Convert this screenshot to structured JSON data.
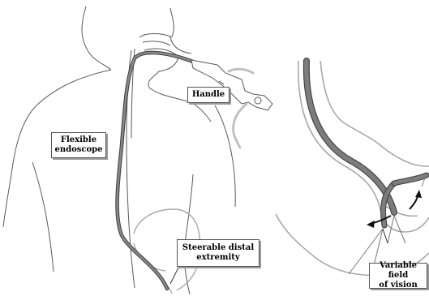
{
  "labels": {
    "handle": "Handle",
    "flexible_endoscope": [
      "Flexible",
      "endoscope"
    ],
    "steerable_distal_extremity": [
      "Steerable distal",
      "extremity"
    ],
    "variable_field_of_vision": [
      "Variable field",
      "of vision"
    ]
  },
  "colors": {
    "outline": "#5a5a5a",
    "anatomy_light": "#a8a8a8",
    "endoscope": "#6e6e6e",
    "endoscope_edge": "#444444",
    "cable": "#bdbdbd"
  }
}
